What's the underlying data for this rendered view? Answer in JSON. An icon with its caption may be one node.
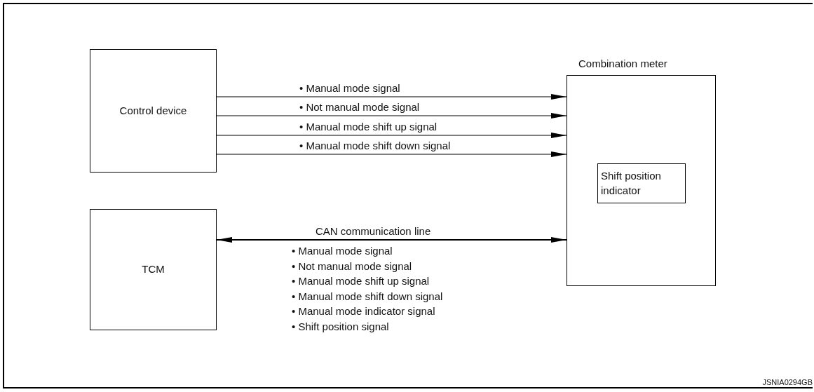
{
  "diagram": {
    "nodes": [
      {
        "text": [
          "Control device"
        ]
      },
      {
        "text": [
          "Combination meter"
        ]
      },
      {
        "text": [
          "Shift position indicator"
        ],
        "in": 1
      },
      {
        "text": [
          "TCM"
        ]
      }
    ],
    "edges": [
      {
        "from": 0,
        "to": 1,
        "arrow": "to",
        "label": "• Manual mode signal"
      },
      {
        "from": 0,
        "to": 1,
        "arrow": "to",
        "label": "• Not manual mode signal"
      },
      {
        "from": 0,
        "to": 1,
        "arrow": "to",
        "label": "• Manual mode shift up signal"
      },
      {
        "from": 0,
        "to": 1,
        "arrow": "to",
        "label": "• Manual mode shift down signal"
      },
      {
        "from": 3,
        "to": 1,
        "arrow": "both",
        "label": "CAN communication line"
      }
    ],
    "labels": [
      "• Manual mode signal",
      "• Not manual mode signal",
      "• Manual mode shift up signal",
      "• Manual mode shift down signal",
      "• Manual mode indicator signal",
      "• Shift position signal",
      "JSNIA0294GB"
    ]
  }
}
